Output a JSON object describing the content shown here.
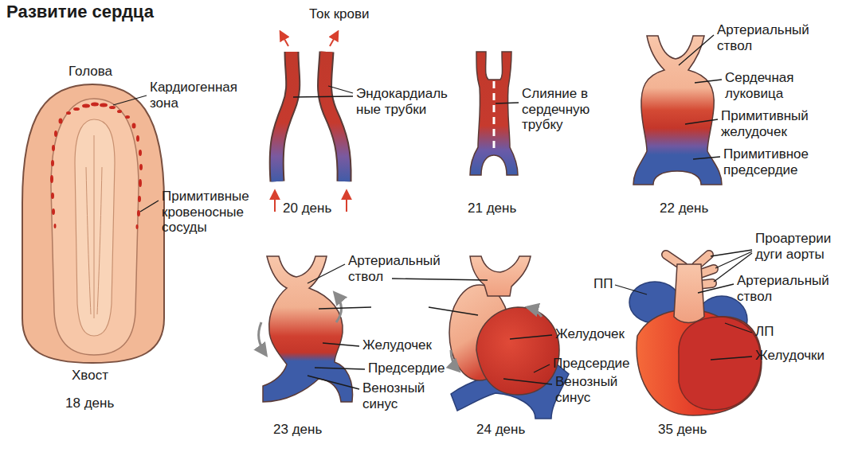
{
  "diagram": {
    "title": "Развитие сердца",
    "labels": [
      "Голова",
      "Кардиогенная зона",
      "Примитивные кровеносные сосуды",
      "Хвост",
      "18 день",
      "Ток крови",
      "Эндокардиаль ные трубки",
      "20 день",
      "Слияние в сердечную трубку",
      "21 день",
      "Артериальный ствол",
      "Сердечная луковица",
      "Примитивный желудочек",
      "Примитивное предсердие",
      "22 день",
      "Артериальный ствол",
      "Желудочек",
      "Предсердие",
      "Венозный синус",
      "23 день",
      "Желудочек",
      "Предсердие",
      "Венозный синус",
      "24 день",
      "Проартерии дуги аорты",
      "ПП",
      "Артериальный ствол",
      "ЛП",
      "Желудочки",
      "35 день"
    ]
  }
}
